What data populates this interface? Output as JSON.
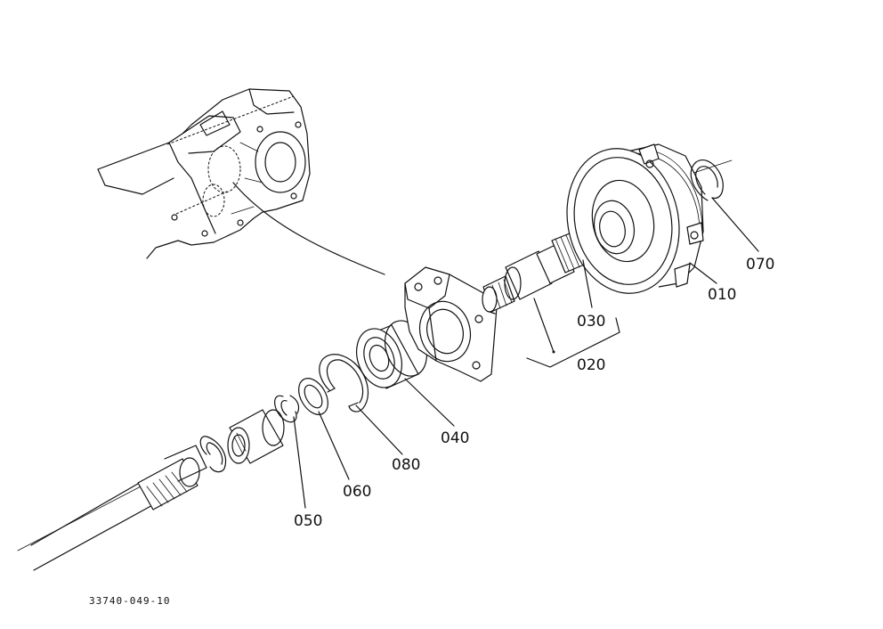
{
  "labels": {
    "p010": "010",
    "p020": "020",
    "p030": "030",
    "p040": "040",
    "p050": "050",
    "p060": "060",
    "p070": "070",
    "p080": "080"
  },
  "drawing_number": "33740-049-10",
  "colors": {
    "ink": "#111111",
    "paper": "#ffffff"
  }
}
